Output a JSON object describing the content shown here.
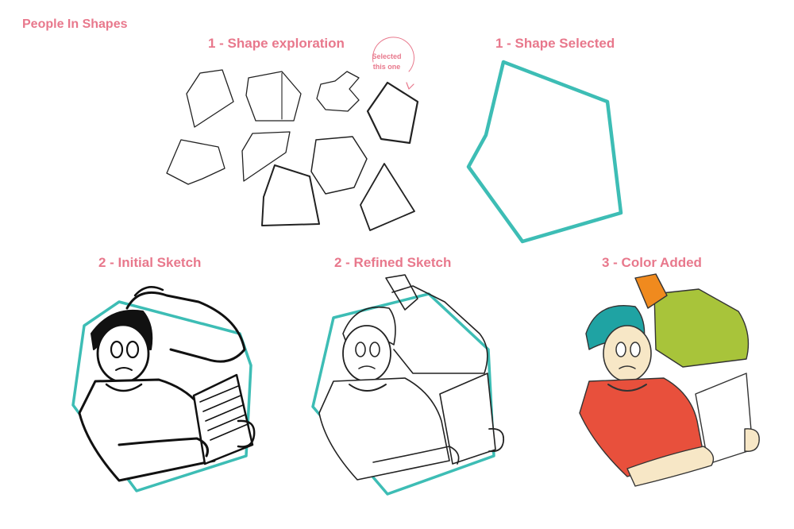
{
  "title": "People In Shapes",
  "steps": {
    "shape_exploration": "1 - Shape exploration",
    "shape_selected": "1 - Shape Selected",
    "initial_sketch": "2 - Initial Sketch",
    "refined_sketch": "2 - Refined Sketch",
    "color_added": "3 - Color Added"
  },
  "annotation": {
    "line1": "Selected",
    "line2": "this one"
  },
  "colors": {
    "title_pink": "#e8788c",
    "shape_teal": "#3dbdb5",
    "shirt_red": "#e8503c",
    "hair_teal": "#1fa3a3",
    "pants_green": "#a8c43a",
    "skin": "#f7e7c6",
    "sock_orange": "#f08a1e"
  }
}
